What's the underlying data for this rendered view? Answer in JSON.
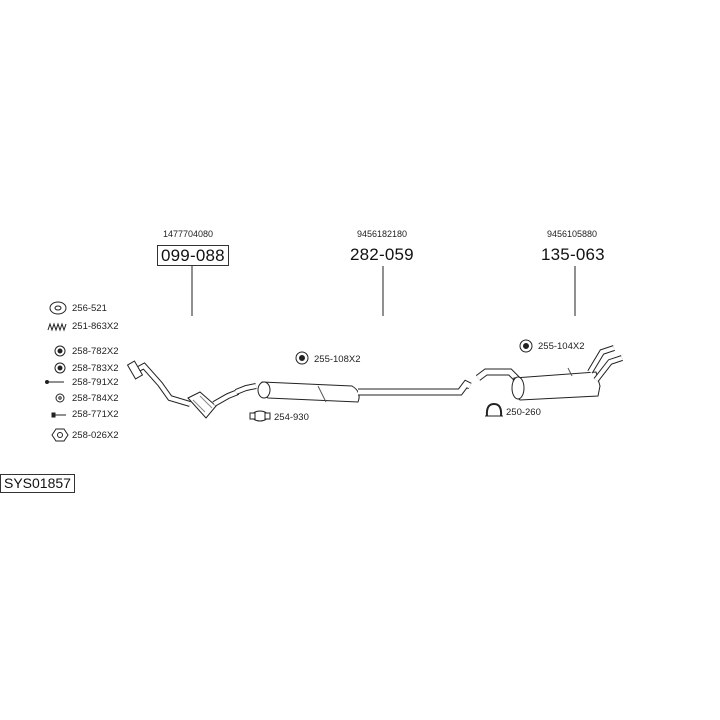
{
  "system_code": "SYS01857",
  "main_parts": [
    {
      "oem": "1477704080",
      "part_number": "099-088",
      "boxed": true
    },
    {
      "oem": "9456182180",
      "part_number": "282-059",
      "boxed": false
    },
    {
      "oem": "9456105880",
      "part_number": "135-063",
      "boxed": false
    }
  ],
  "legend": [
    {
      "code": "256-521",
      "icon": "gasket-ring-icon"
    },
    {
      "code": "251-863X2",
      "icon": "spring-icon"
    },
    {
      "code": "258-782X2",
      "icon": "nut-icon"
    },
    {
      "code": "258-783X2",
      "icon": "nut-icon"
    },
    {
      "code": "258-791X2",
      "icon": "bolt-icon"
    },
    {
      "code": "258-784X2",
      "icon": "washer-icon"
    },
    {
      "code": "258-771X2",
      "icon": "bolt-icon"
    },
    {
      "code": "258-026X2",
      "icon": "hex-nut-icon"
    }
  ],
  "accessories": [
    {
      "code": "255-108X2",
      "icon": "rubber-mount-icon"
    },
    {
      "code": "254-930",
      "icon": "clamp-icon"
    },
    {
      "code": "255-104X2",
      "icon": "rubber-mount-icon"
    },
    {
      "code": "250-260",
      "icon": "u-clamp-icon"
    }
  ]
}
